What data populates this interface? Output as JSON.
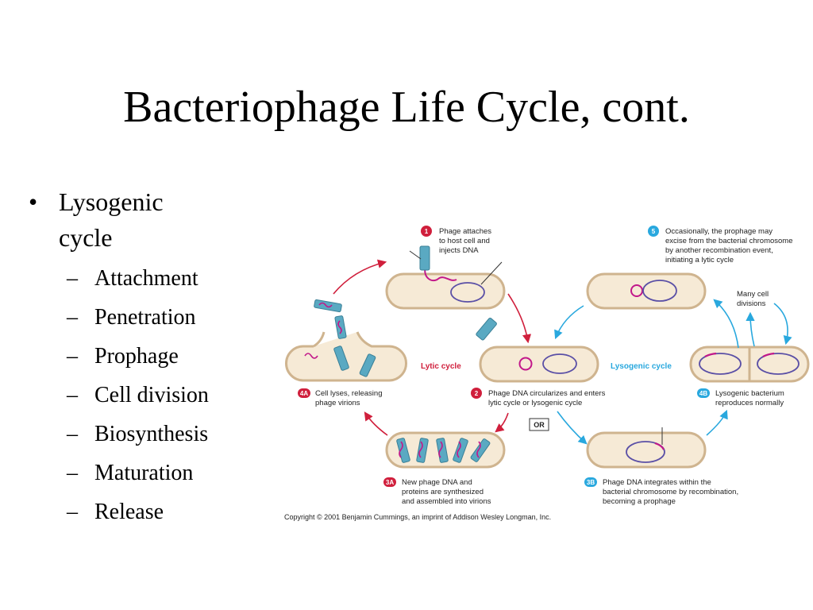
{
  "title": "Bacteriophage Life Cycle, cont.",
  "bullet": {
    "marker": "•",
    "text_line1": "Lysogenic",
    "text_line2": "cycle",
    "sub_marker": "–",
    "sub_items": [
      "Attachment",
      "Penetration",
      "Prophage",
      "Cell division",
      "Biosynthesis",
      "Maturation",
      "Release"
    ]
  },
  "diagram": {
    "lytic_color": "#d01f3c",
    "lysogenic_color": "#29a8de",
    "cell_fill": "#f6ead6",
    "cell_stroke": "#cfb48f",
    "phage_color": "#5aa9c2",
    "dna_color": "#c2188a",
    "lytic_label": "Lytic cycle",
    "lysogenic_label": "Lysogenic cycle",
    "or_label": "OR",
    "step1": {
      "badge": "1",
      "lines": [
        "Phage attaches",
        "to host cell and",
        "injects DNA"
      ]
    },
    "step2": {
      "badge": "2",
      "lines": [
        "Phage DNA circularizes and enters",
        "lytic cycle or lysogenic cycle"
      ]
    },
    "step3a": {
      "badge": "3A",
      "lines": [
        "New phage DNA and",
        "proteins are synthesized",
        "and assembled into virions"
      ]
    },
    "step4a": {
      "badge": "4A",
      "lines": [
        "Cell lyses, releasing",
        "phage virions"
      ]
    },
    "step3b": {
      "badge": "3B",
      "lines": [
        "Phage DNA integrates within the",
        "bacterial chromosome by recombination,",
        "becoming a prophage"
      ]
    },
    "step4b": {
      "badge": "4B",
      "lines": [
        "Lysogenic bacterium",
        "reproduces normally"
      ]
    },
    "step5": {
      "badge": "5",
      "lines": [
        "Occasionally, the prophage may",
        "excise from the bacterial chromosome",
        "by another recombination event,",
        "initiating a lytic cycle"
      ]
    },
    "many_divisions": [
      "Many cell",
      "divisions"
    ],
    "copyright": "Copyright © 2001 Benjamin Cummings, an imprint of Addison Wesley Longman, Inc."
  }
}
